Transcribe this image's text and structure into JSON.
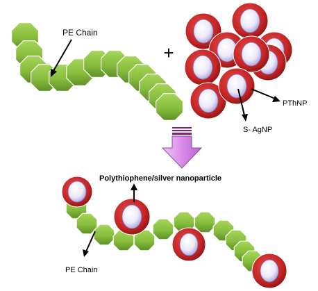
{
  "labels": {
    "pe_chain_top": "PE Chain",
    "plus": "+",
    "pthnp": "PThNP",
    "s_agnp": "S- AgNP",
    "composite": "Polythiophene/silver nanoparticle",
    "pe_chain_bottom": "PE Chain"
  },
  "colors": {
    "chain_fill": "#8dc63f",
    "chain_shade": "#5e8f28",
    "particle_ring": "#cc2b2b",
    "particle_ring_dark": "#8e1414",
    "particle_core": "#f3f0fa",
    "particle_core_shade": "#a8a0d8",
    "arrow_fill": "#d98be8",
    "arrow_stroke": "#8a4aa0",
    "arrow_stripes": "#8a1b7a"
  }
}
